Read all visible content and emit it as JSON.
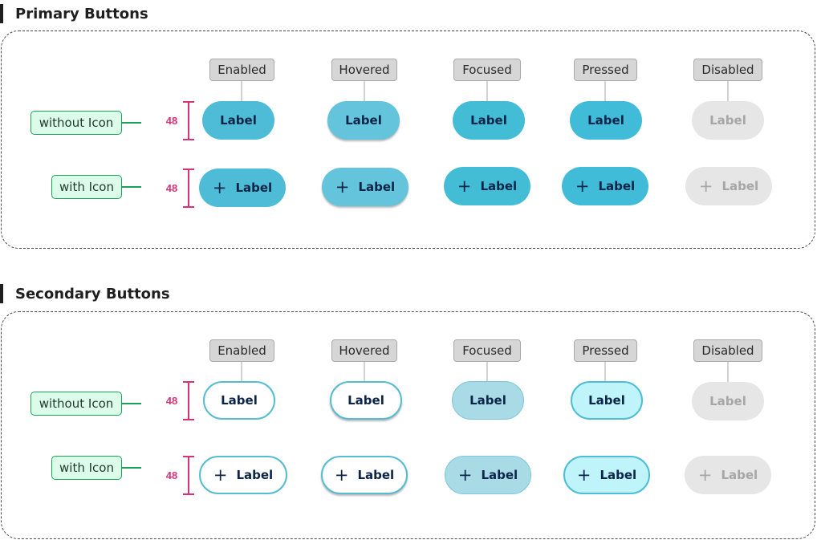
{
  "sections": {
    "primary": {
      "title": "Primary Buttons",
      "states": [
        "Enabled",
        "Hovered",
        "Focused",
        "Pressed",
        "Disabled"
      ],
      "rows": [
        {
          "label": "without Icon",
          "dimension": "48"
        },
        {
          "label": "with Icon",
          "dimension": "48"
        }
      ],
      "button_label": "Label",
      "icon": "plus-icon",
      "icon_glyph": "+"
    },
    "secondary": {
      "title": "Secondary Buttons",
      "states": [
        "Enabled",
        "Hovered",
        "Focused",
        "Pressed",
        "Disabled"
      ],
      "rows": [
        {
          "label": "without Icon",
          "dimension": "48"
        },
        {
          "label": "with Icon",
          "dimension": "48"
        }
      ],
      "button_label": "Label",
      "icon": "plus-icon",
      "icon_glyph": "+"
    }
  },
  "colors": {
    "primary_fill": "#4fbcd7",
    "text_dark": "#0b2447",
    "secondary_outline": "#55bcd2",
    "secondary_focused_fill": "#a9dbe7",
    "secondary_pressed_fill": "#bff4fb",
    "disabled_fill": "#e6e6e6",
    "disabled_text": "#a6a6a6",
    "row_label_fill": "#dcfbe8",
    "row_label_border": "#1aa356",
    "dimension_color": "#d6337a"
  }
}
